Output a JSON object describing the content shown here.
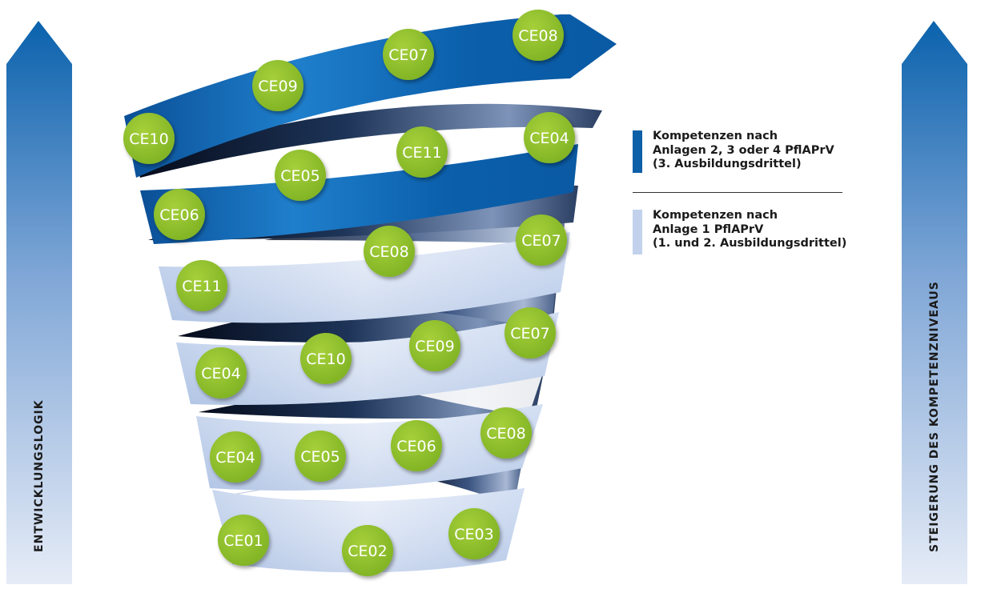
{
  "left_arrow": {
    "label": "ENTWICKLUNGSLOGIK"
  },
  "right_arrow": {
    "label": "STEIGERUNG DES KOMPETENZNIVEAUS"
  },
  "legend": [
    {
      "lines": [
        "Kompetenzen nach",
        "Anlagen 2, 3 oder 4 PflAPrV",
        "(3. Ausbildungsdrittel)"
      ],
      "color": "#0d5fa8"
    },
    {
      "lines": [
        "Kompetenzen nach",
        "Anlage 1 PflAPrV",
        "(1. und 2. Ausbildungsdrittel)"
      ],
      "color": "#c2d2ec"
    }
  ],
  "bands": [
    {
      "level": 7,
      "tier": "dark",
      "badges": [
        "CE10",
        "CE09",
        "CE07",
        "CE08"
      ]
    },
    {
      "level": 6,
      "tier": "dark",
      "badges": [
        "CE06",
        "CE05",
        "CE11",
        "CE04"
      ]
    },
    {
      "level": 5,
      "tier": "light",
      "badges": [
        "CE11",
        "CE08",
        "CE07"
      ]
    },
    {
      "level": 4,
      "tier": "light",
      "badges": [
        "CE04",
        "CE10",
        "CE09",
        "CE07"
      ]
    },
    {
      "level": 3,
      "tier": "light",
      "badges": [
        "CE04",
        "CE05",
        "CE06",
        "CE08"
      ]
    },
    {
      "level": 2,
      "tier": "light",
      "badges": [
        "CE01",
        "CE02",
        "CE03"
      ]
    }
  ],
  "colors": {
    "dark_band": "#0b5aa6",
    "light_band": "#c7d6ee",
    "badge": "#8cbe2a",
    "arrow_top": "#0a62ad",
    "arrow_bottom": "#e4ebf7"
  }
}
